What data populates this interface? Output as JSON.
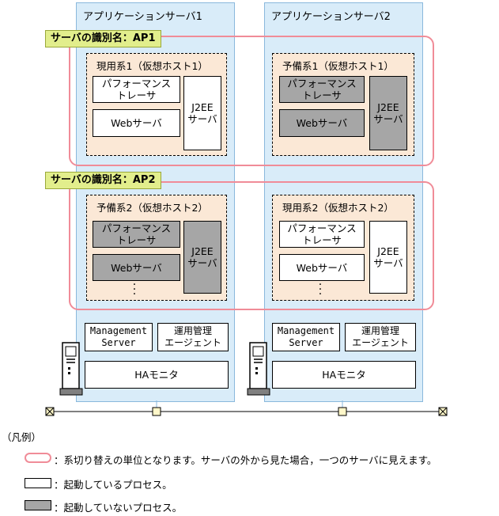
{
  "servers": [
    {
      "title": "アプリケーションサーバ1",
      "mgmt_label": "Management\nServer",
      "agent_label": "運用管理\nエージェント",
      "ha_label": "HAモニタ"
    },
    {
      "title": "アプリケーションサーバ2",
      "mgmt_label": "Management\nServer",
      "agent_label": "運用管理\nエージェント",
      "ha_label": "HAモニタ"
    }
  ],
  "units": [
    {
      "label": "サーバの識別名：AP1"
    },
    {
      "label": "サーバの識別名：AP2"
    }
  ],
  "hosts": {
    "ap1_left": {
      "title": "現用系1（仮想ホスト1）",
      "perf": "パフォーマンス\nトレーサ",
      "web": "Webサーバ",
      "j2ee": "J2EE\nサーバ",
      "running": true
    },
    "ap1_right": {
      "title": "予備系1（仮想ホスト1）",
      "perf": "パフォーマンス\nトレーサ",
      "web": "Webサーバ",
      "j2ee": "J2EE\nサーバ",
      "running": false
    },
    "ap2_left": {
      "title": "予備系2（仮想ホスト2）",
      "perf": "パフォーマンス\nトレーサ",
      "web": "Webサーバ",
      "j2ee": "J2EE\nサーバ",
      "running": false
    },
    "ap2_right": {
      "title": "現用系2（仮想ホスト2）",
      "perf": "パフォーマンス\nトレーサ",
      "web": "Webサーバ",
      "j2ee": "J2EE\nサーバ",
      "running": true
    }
  },
  "legend": {
    "heading": "（凡例）",
    "unit_desc": "：系切り替えの単位となります。サーバの外から見た場合，一つのサーバに見えます。",
    "running_desc": "：起動しているプロセス。",
    "stopped_desc": "：起動していないプロセス。"
  },
  "colors": {
    "server_bg": "#d9ecf9",
    "host_bg": "#fbe8d6",
    "unit_border": "#f08c98",
    "unit_label_bg": "#e2ee8c",
    "stopped_process": "#a6a6a6",
    "running_process": "#ffffff"
  }
}
